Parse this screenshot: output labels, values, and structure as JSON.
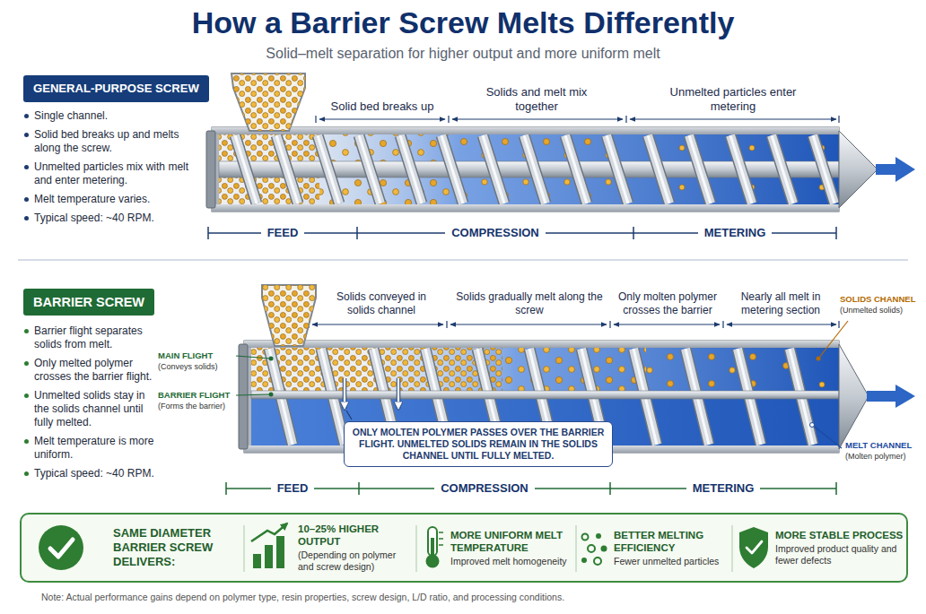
{
  "diagram": {
    "title": "How a Barrier Screw Melts Differently",
    "caption": "Solid–melt separation for higher output and more uniform melt",
    "nodes": [
      {
        "text": [
          "GENERAL-PURPOSE SCREW"
        ]
      },
      {
        "text": [
          "BARRIER SCREW"
        ]
      },
      {
        "text": [
          "ONLY MOLTEN POLYMER PASSES OVER THE BARRIER FLIGHT. UNMELTED SOLIDS REMAIN IN THE SOLIDS CHANNEL UNTIL FULLY MELTED."
        ]
      },
      {
        "text": [
          "SAME DIAMETER BARRIER SCREW DELIVERS:"
        ]
      },
      {
        "text": [
          "10–25% HIGHER OUTPUT",
          "(Depending on polymer and screw design)"
        ],
        "in": 3
      },
      {
        "text": [
          "MORE UNIFORM MELT TEMPERATURE",
          "Improved melt homogeneity"
        ],
        "in": 3
      },
      {
        "text": [
          "BETTER MELTING EFFICIENCY",
          "Fewer unmelted particles"
        ],
        "in": 3
      },
      {
        "text": [
          "MORE STABLE PROCESS",
          "Improved product quality and fewer defects"
        ],
        "in": 3
      }
    ],
    "labels": [
      "Single channel.",
      "Solid bed breaks up and melts along the screw.",
      "Unmelted particles mix with melt and enter metering.",
      "Melt temperature varies.",
      "Typical speed: ~40 RPM.",
      "Solid bed breaks up",
      "Solids and melt mix together",
      "Unmelted particles enter metering",
      "FEED",
      "COMPRESSION",
      "METERING",
      "Barrier flight separates solids from melt.",
      "Only melted polymer crosses the barrier flight.",
      "Unmelted solids stay in the solids channel until fully melted.",
      "Melt temperature is more uniform.",
      "Typical speed: ~40 RPM.",
      "Solids conveyed in solids channel",
      "Solids gradually melt along the screw",
      "Only molten polymer crosses the barrier",
      "Nearly all melt in metering section",
      "MAIN FLIGHT",
      "(Conveys solids)",
      "BARRIER FLIGHT",
      "(Forms the barrier)",
      "SOLIDS CHANNEL",
      "(Unmelted solids)",
      "MELT CHANNEL",
      "(Molten polymer)",
      "FEED",
      "COMPRESSION",
      "METERING",
      "Note: Actual performance gains depend on polymer type, resin properties, screw design, L/D ratio, and processing conditions."
    ]
  }
}
